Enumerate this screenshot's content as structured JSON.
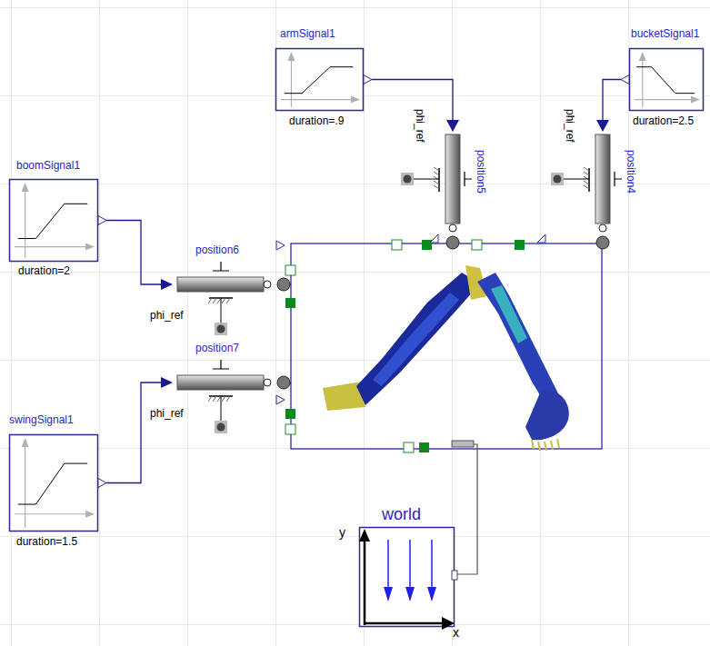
{
  "diagram": {
    "nodes": [
      {
        "text": [
          "armSignal1",
          "duration=.9"
        ]
      },
      {
        "text": [
          "bucketSignal1",
          "duration=2.5"
        ]
      },
      {
        "text": [
          "boomSignal1",
          "duration=2"
        ]
      },
      {
        "text": [
          "phi_ref",
          "position5"
        ]
      },
      {
        "text": [
          "phi_ref",
          "position4"
        ]
      },
      {
        "text": [
          "position6",
          "phi_ref"
        ]
      },
      {
        "text": [
          "position7",
          "phi_ref"
        ]
      },
      {
        "text": [
          "swingSignal1",
          "duration=1.5"
        ]
      },
      {
        "text": [
          "world",
          "y",
          "x"
        ]
      }
    ],
    "edges": [
      {
        "from": 0,
        "to": 3,
        "arrow": "to"
      },
      {
        "from": 1,
        "to": 4,
        "arrow": "to"
      },
      {
        "from": 2,
        "to": 5,
        "arrow": "to"
      },
      {
        "from": 7,
        "to": 6,
        "arrow": "to"
      }
    ]
  }
}
